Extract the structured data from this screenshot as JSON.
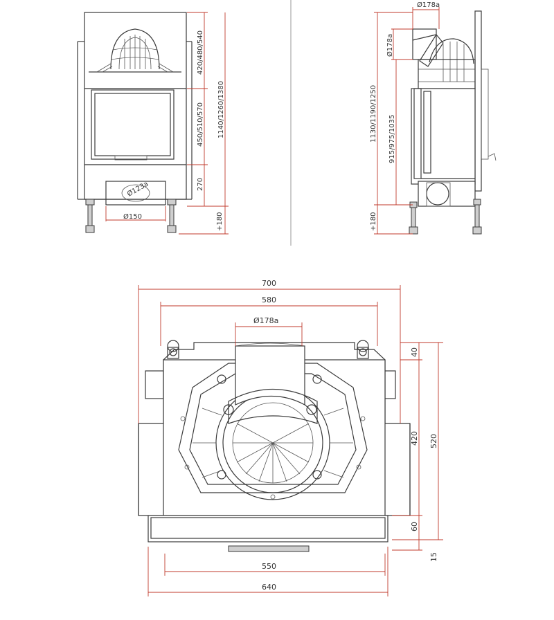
{
  "drawing": {
    "colors": {
      "dimension": "#c0392b",
      "outline": "#3a3a3a",
      "fill": "#cfcfcf"
    },
    "front_view": {
      "dims": {
        "top_section": "420/480/540",
        "glass": "450/510/570",
        "bottom": "270",
        "overall": "1140/1260/1380",
        "legs": "+180",
        "flue": "Ø150",
        "outlet": "Ø123a"
      }
    },
    "side_view": {
      "dims": {
        "flue_top": "Ø178a",
        "flue_side": "Ø178a",
        "overall": "1130/1190/1250",
        "body": "915/975/1035",
        "legs": "+180"
      }
    },
    "top_view": {
      "dims": {
        "width_outer": "700",
        "width_inner": "580",
        "flue": "Ø178a",
        "depth_top": "40",
        "depth_mid": "420",
        "depth_total": "520",
        "depth_front": "60",
        "depth_lip": "15",
        "front_inner": "550",
        "front_outer": "640"
      }
    }
  }
}
